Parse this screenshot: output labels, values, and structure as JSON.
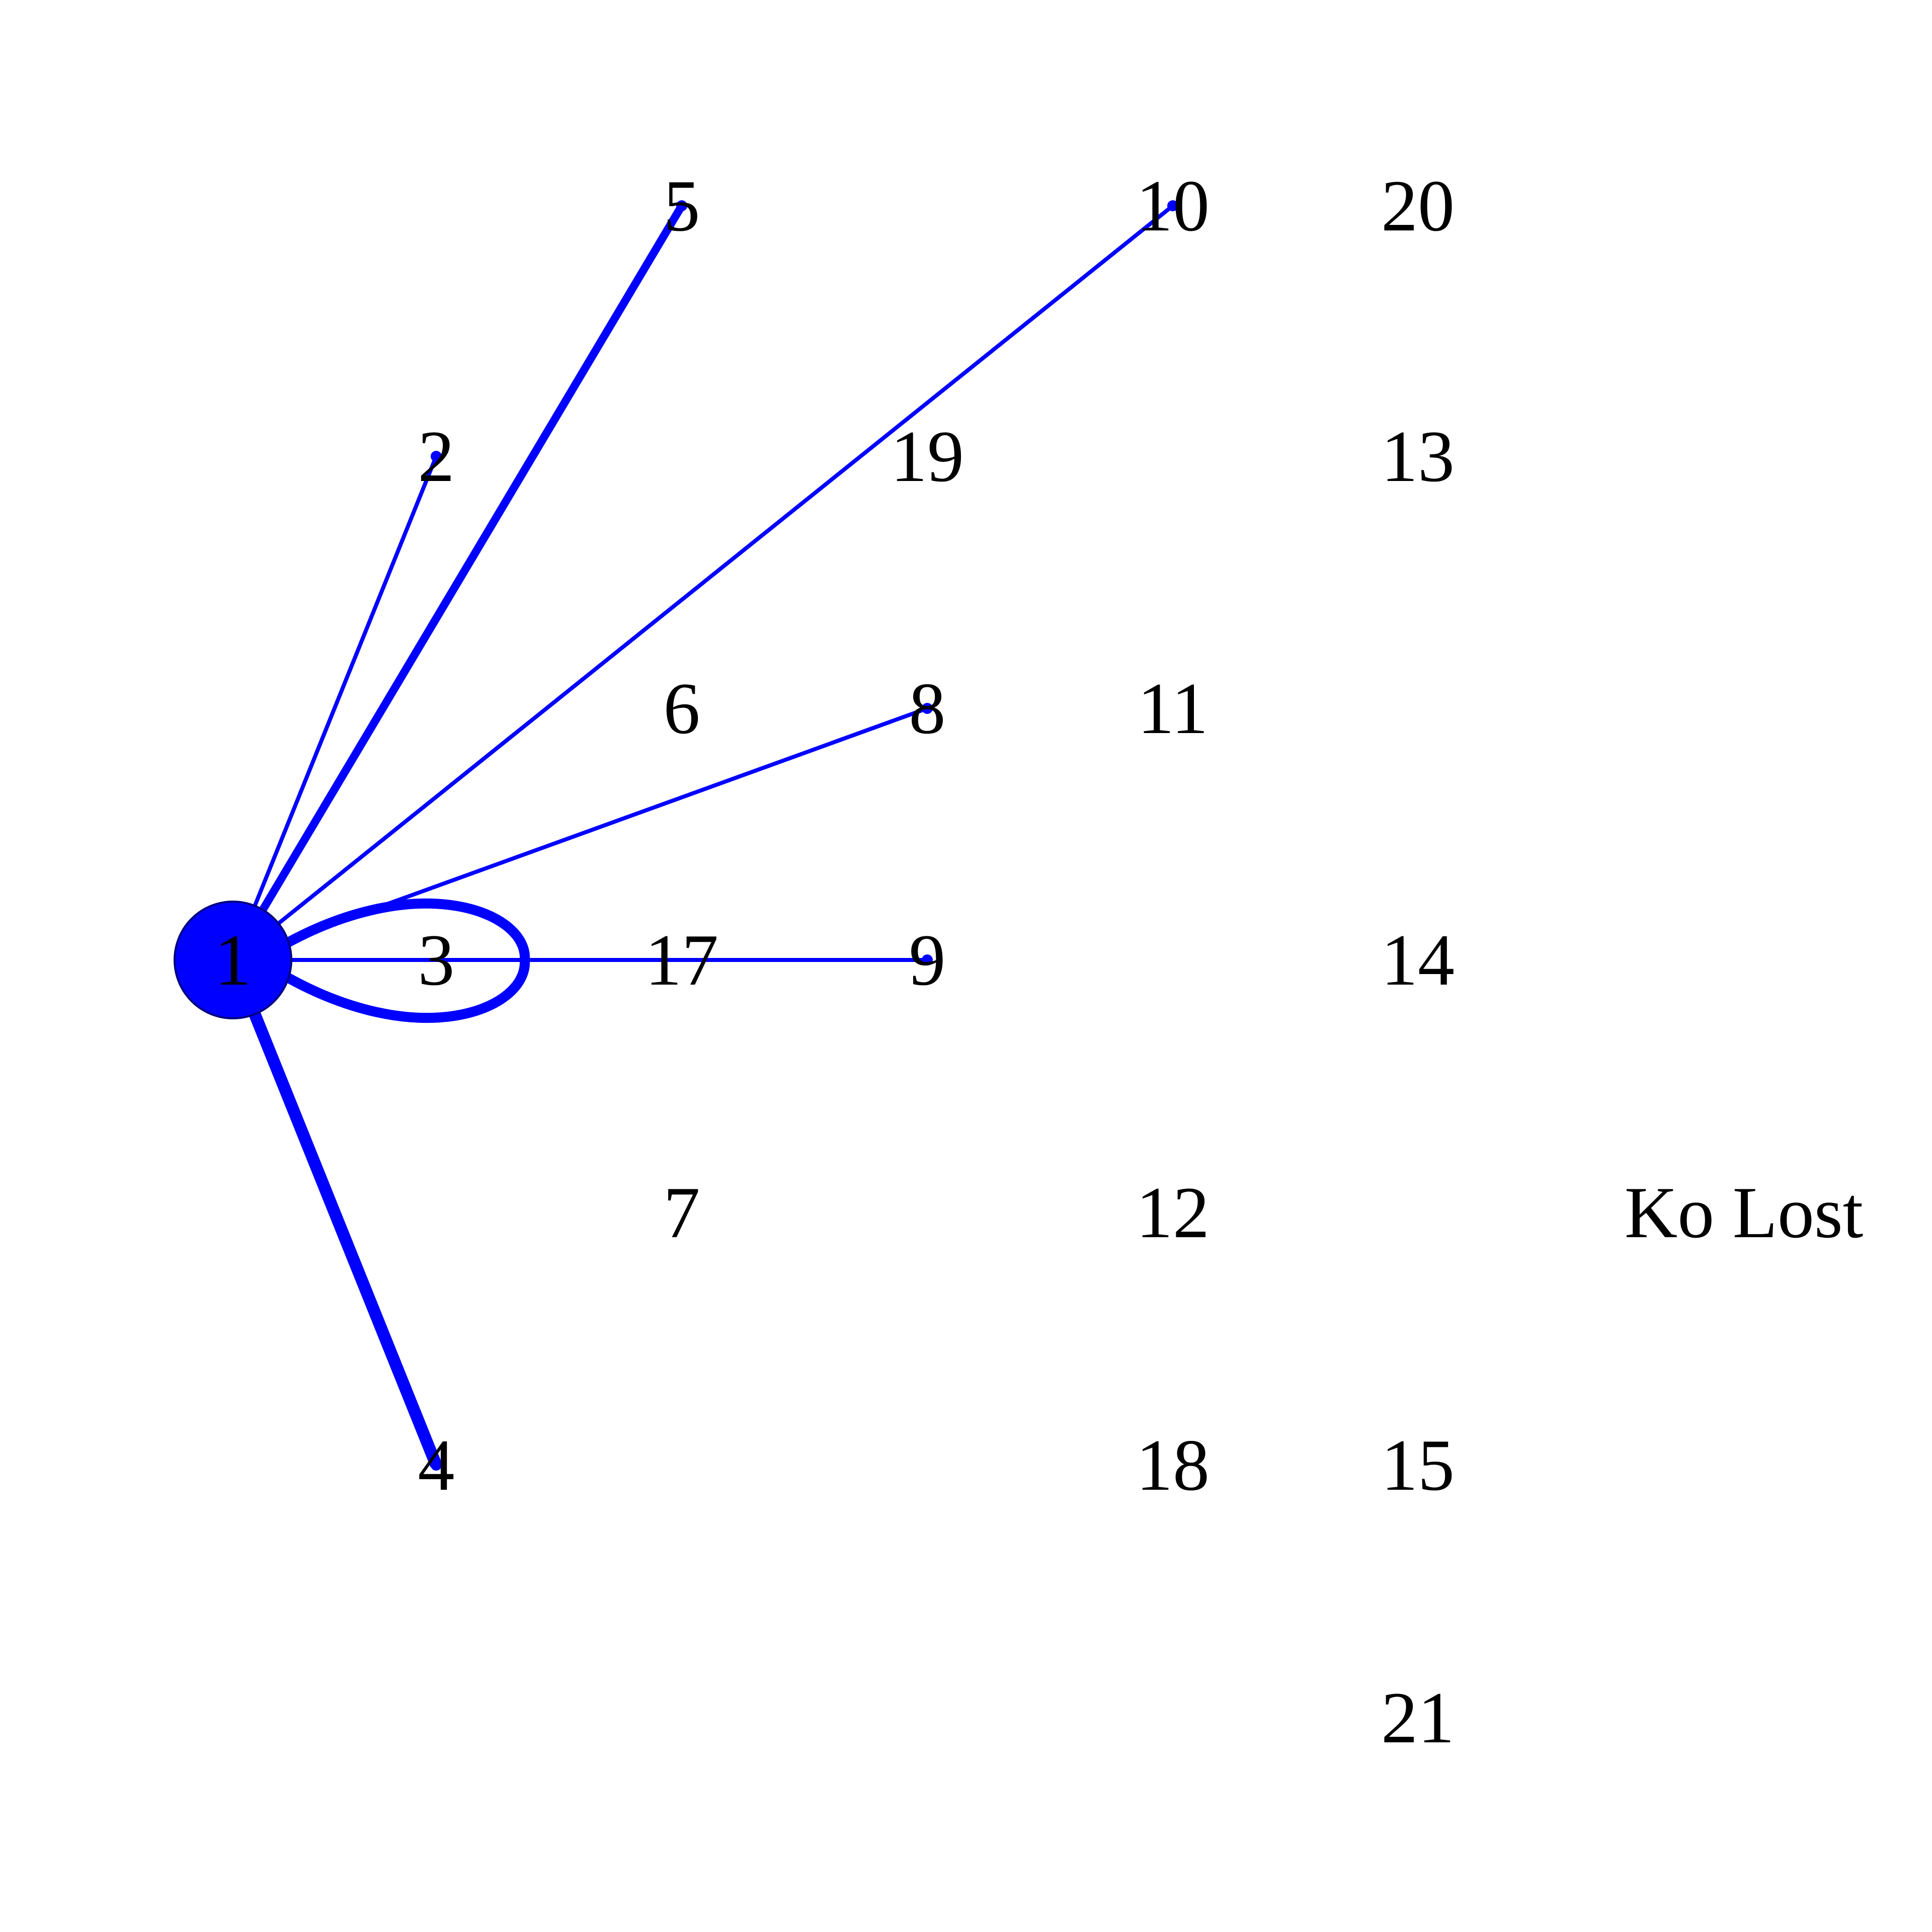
{
  "colors": {
    "edge": "#0000ff",
    "node_fill": "#0000ff",
    "node_stroke": "#000080",
    "label": "#000000",
    "background": "#ffffff"
  },
  "nodes": [
    {
      "id": "1",
      "label": "1"
    },
    {
      "id": "2",
      "label": "2"
    },
    {
      "id": "3",
      "label": "3"
    },
    {
      "id": "4",
      "label": "4"
    },
    {
      "id": "5",
      "label": "5"
    },
    {
      "id": "6",
      "label": "6"
    },
    {
      "id": "7",
      "label": "7"
    },
    {
      "id": "8",
      "label": "8"
    },
    {
      "id": "9",
      "label": "9"
    },
    {
      "id": "10",
      "label": "10"
    },
    {
      "id": "11",
      "label": "11"
    },
    {
      "id": "12",
      "label": "12"
    },
    {
      "id": "13",
      "label": "13"
    },
    {
      "id": "14",
      "label": "14"
    },
    {
      "id": "15",
      "label": "15"
    },
    {
      "id": "17",
      "label": "17"
    },
    {
      "id": "18",
      "label": "18"
    },
    {
      "id": "19",
      "label": "19"
    },
    {
      "id": "20",
      "label": "20"
    },
    {
      "id": "21",
      "label": "21"
    }
  ],
  "edges": [
    {
      "from": "1",
      "to": "2",
      "weight": 1
    },
    {
      "from": "1",
      "to": "5",
      "weight": 3
    },
    {
      "from": "1",
      "to": "10",
      "weight": 1
    },
    {
      "from": "1",
      "to": "8",
      "weight": 1
    },
    {
      "from": "1",
      "to": "9",
      "weight": 1
    },
    {
      "from": "1",
      "to": "3",
      "weight": 4,
      "shape": "loop"
    },
    {
      "from": "1",
      "to": "4",
      "weight": 5
    }
  ],
  "status_text": "Ko Lost"
}
